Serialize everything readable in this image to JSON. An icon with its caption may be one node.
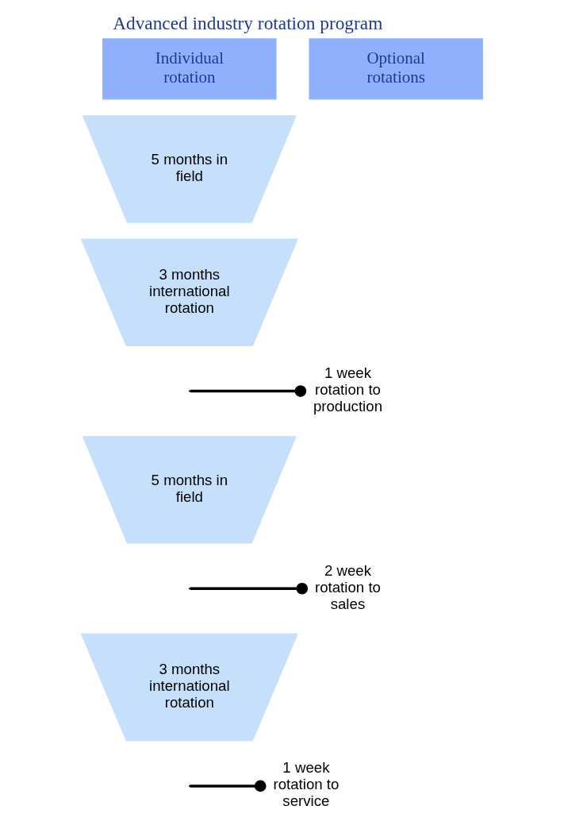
{
  "diagram": {
    "title": "Advanced industry rotation program",
    "nodes": [
      {
        "text": [
          "Individual rotation"
        ]
      },
      {
        "text": [
          "Optional rotations"
        ]
      },
      {
        "text": [
          "5 months in field"
        ]
      },
      {
        "text": [
          "3 months international rotation"
        ]
      },
      {
        "text": [
          "5 months in field"
        ]
      },
      {
        "text": [
          "3 months international rotation"
        ]
      },
      {
        "text": [
          "1 week rotation to production"
        ]
      },
      {
        "text": [
          "2 week rotation to sales"
        ]
      },
      {
        "text": [
          "1 week rotation to service"
        ]
      }
    ],
    "edges": [
      {
        "from": null,
        "to": 6,
        "arrow": "other"
      },
      {
        "from": null,
        "to": 7,
        "arrow": "other"
      },
      {
        "from": null,
        "to": 8,
        "arrow": "other"
      }
    ]
  }
}
